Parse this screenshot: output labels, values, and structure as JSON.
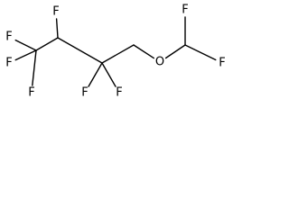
{
  "molecule": {
    "atoms": {
      "f_top": "F",
      "f_upper_left": "F",
      "f_left": "F",
      "f_lower_left": "F",
      "f_bottom_left": "F",
      "f_bottom_right": "F",
      "o_ether": "O",
      "f_right_top": "F",
      "f_right": "F"
    },
    "bonds": [
      [
        "c1",
        "c2"
      ],
      [
        "c2",
        "c3"
      ],
      [
        "c3",
        "c4"
      ],
      [
        "c4",
        "o_ether"
      ],
      [
        "o_ether",
        "c5"
      ],
      [
        "c1",
        "f_upper_left"
      ],
      [
        "c1",
        "f_left"
      ],
      [
        "c1",
        "f_lower_left"
      ],
      [
        "c2",
        "f_top"
      ],
      [
        "c3",
        "f_bottom_left"
      ],
      [
        "c3",
        "f_bottom_right"
      ],
      [
        "c5",
        "f_right_top"
      ],
      [
        "c5",
        "f_right"
      ]
    ]
  }
}
